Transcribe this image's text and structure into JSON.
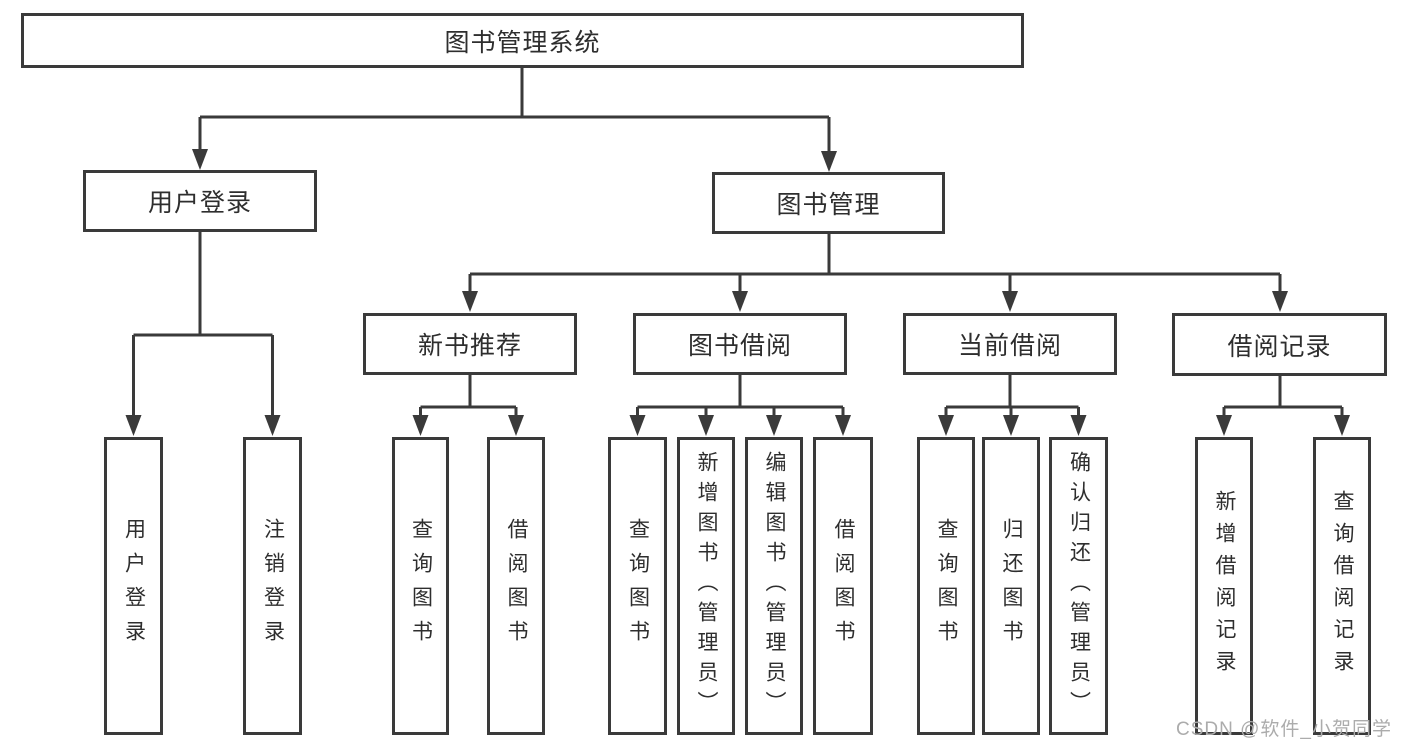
{
  "tree": {
    "root": {
      "label": "图书管理系统",
      "children": [
        {
          "label": "用户登录",
          "children": [
            {
              "label": "用户登录"
            },
            {
              "label": "注销登录"
            }
          ]
        },
        {
          "label": "图书管理",
          "children": [
            {
              "label": "新书推荐",
              "children": [
                {
                  "label": "查询图书"
                },
                {
                  "label": "借阅图书"
                }
              ]
            },
            {
              "label": "图书借阅",
              "children": [
                {
                  "label": "查询图书"
                },
                {
                  "label": "新增图书（管理员）"
                },
                {
                  "label": "编辑图书（管理员）"
                },
                {
                  "label": "借阅图书"
                }
              ]
            },
            {
              "label": "当前借阅",
              "children": [
                {
                  "label": "查询图书"
                },
                {
                  "label": "归还图书"
                },
                {
                  "label": "确认归还（管理员）"
                }
              ]
            },
            {
              "label": "借阅记录",
              "children": [
                {
                  "label": "新增借阅记录"
                },
                {
                  "label": "查询借阅记录"
                }
              ]
            }
          ]
        }
      ]
    }
  },
  "colors": {
    "line": "#3a3a3a",
    "text": "#2e2e2e",
    "watermark": "#acacac"
  },
  "watermark": {
    "text": "CSDN @软件_小贺同学"
  }
}
